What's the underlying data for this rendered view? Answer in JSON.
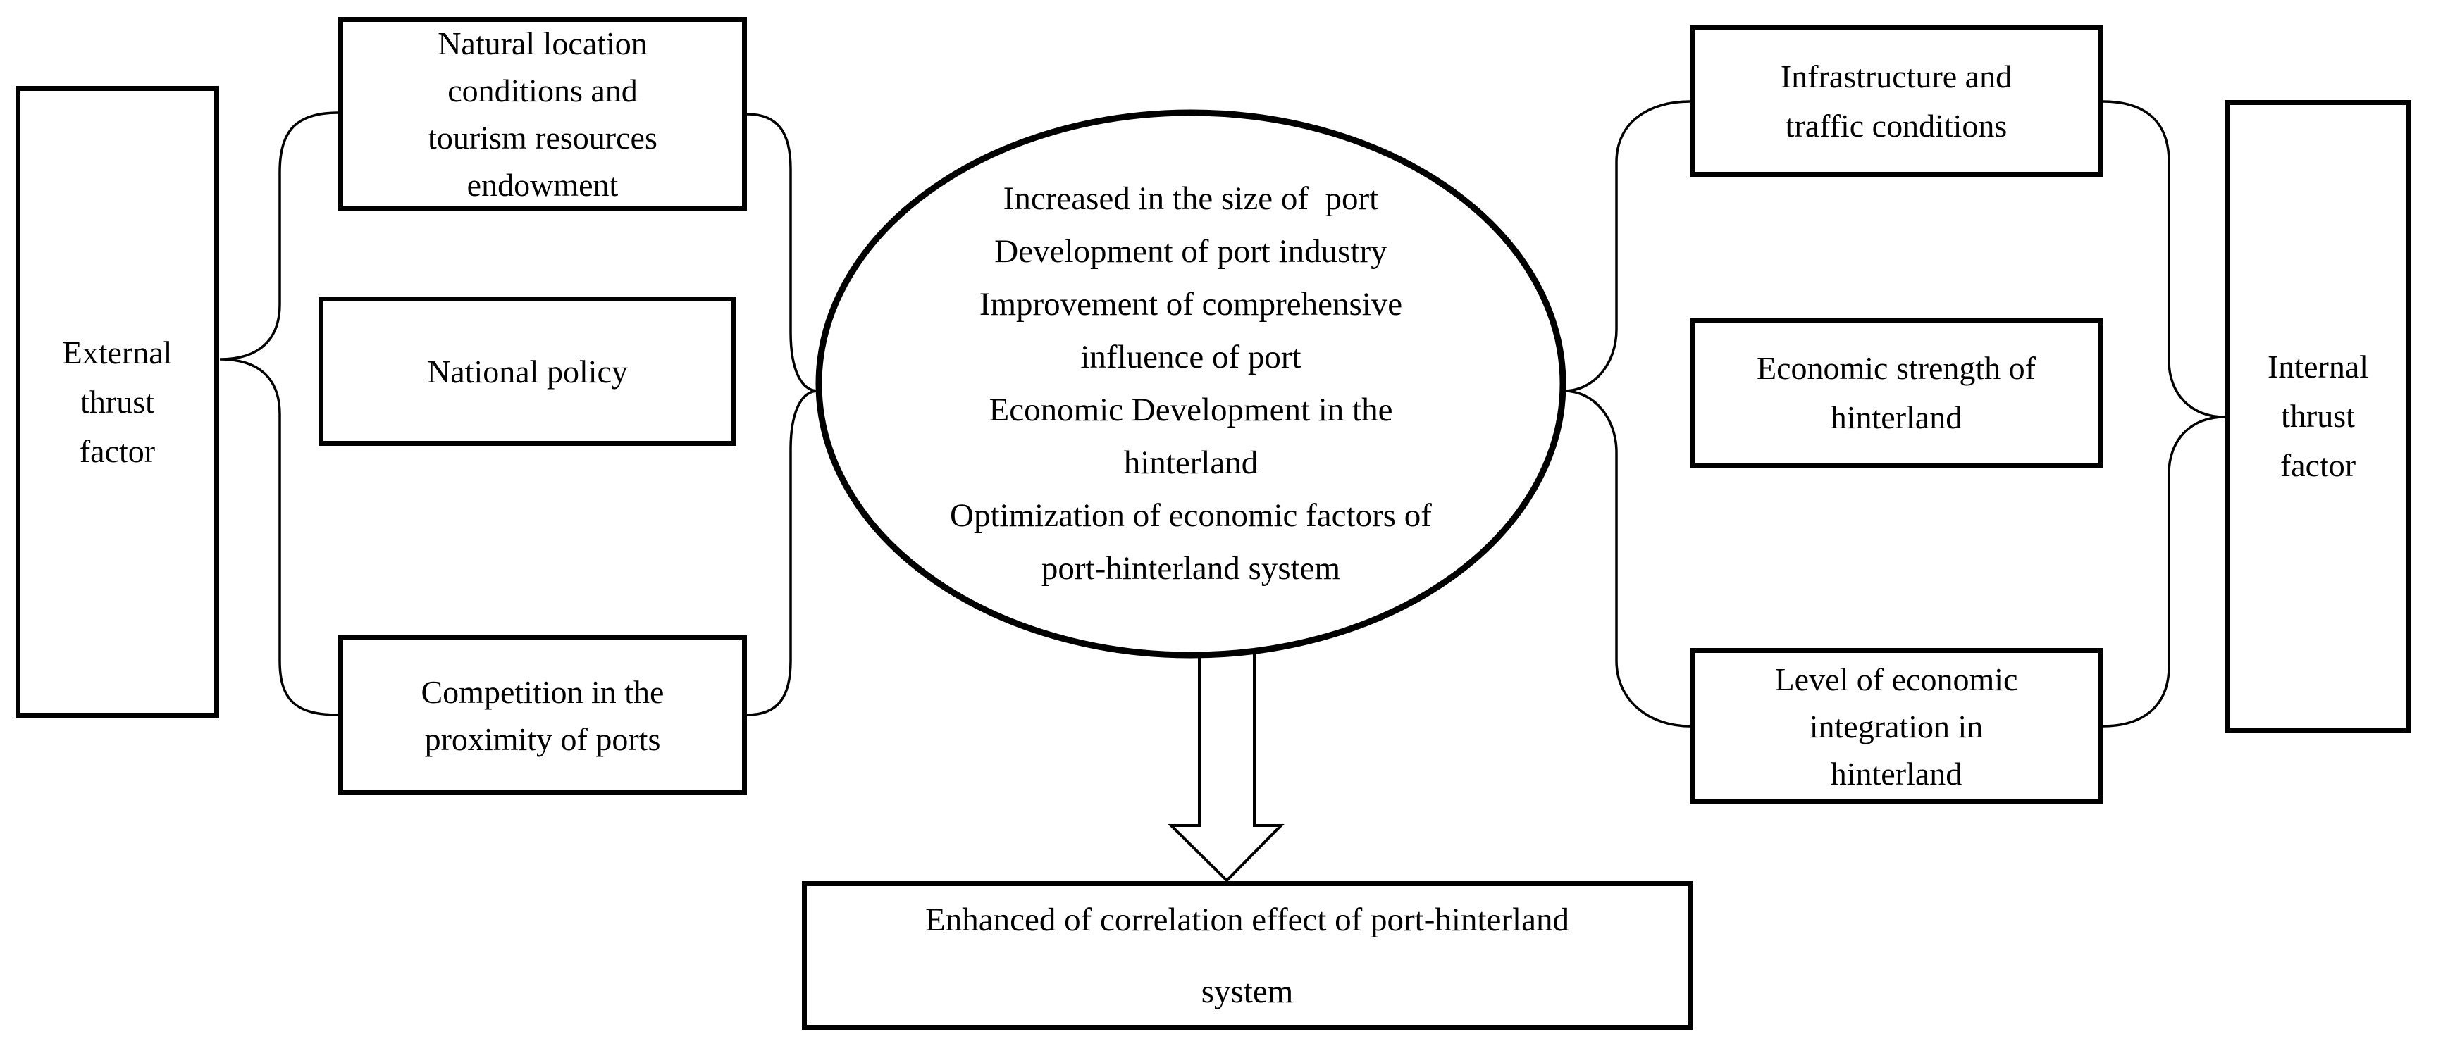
{
  "colors": {
    "ink": "#000000",
    "background": "#ffffff"
  },
  "diagram": {
    "left_group": {
      "label": "External\nthrust\nfactor",
      "boxes": [
        {
          "label": "Natural location\nconditions and\ntourism resources\nendowment"
        },
        {
          "label": "National policy"
        },
        {
          "label": "Competition in the\nproximity of ports"
        }
      ]
    },
    "center": {
      "ellipse_label": "Increased in the size of  port\nDevelopment of port industry\nImprovement of comprehensive\ninfluence of port\nEconomic Development in the\nhinterland\nOptimization of economic factors of\nport-hinterland system",
      "outcome_label": "Enhanced of correlation effect of port-hinterland\nsystem"
    },
    "right_group": {
      "label": "Internal\nthrust\nfactor",
      "boxes": [
        {
          "label": "Infrastructure and\ntraffic conditions"
        },
        {
          "label": "Economic strength of\nhinterland"
        },
        {
          "label": "Level of economic\nintegration in\nhinterland"
        }
      ]
    }
  }
}
